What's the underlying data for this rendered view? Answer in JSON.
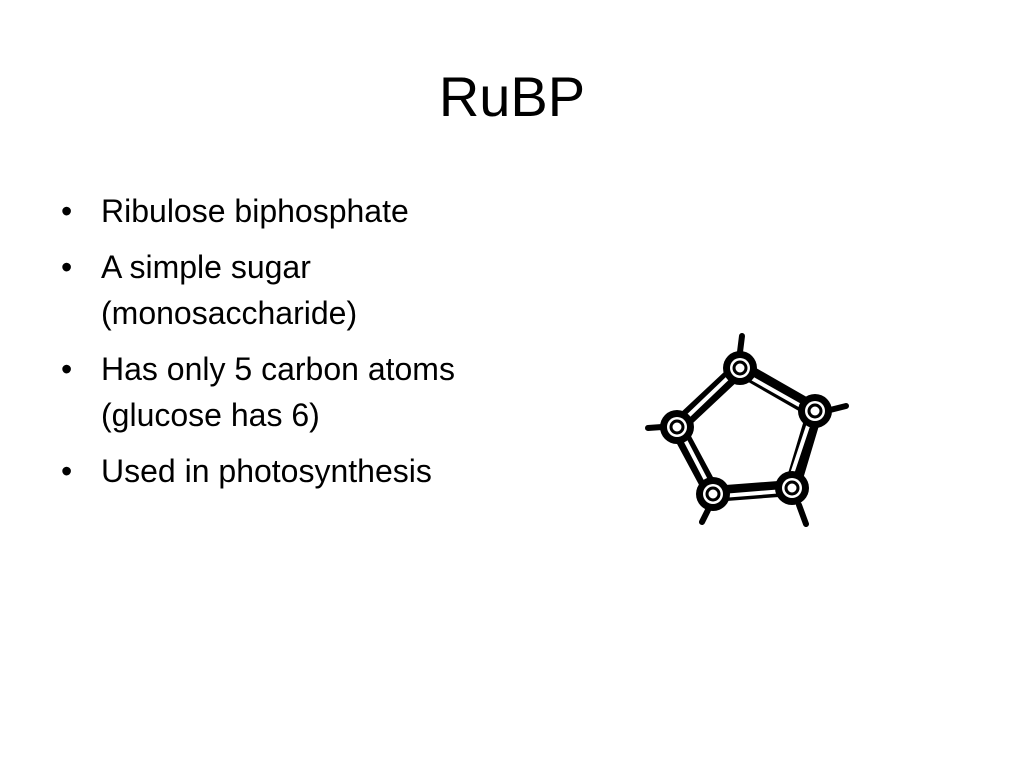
{
  "slide": {
    "title": "RuBP",
    "bullet_glyph": "•",
    "bullets": [
      "Ribulose biphosphate",
      "A simple sugar (monosaccharide)",
      "Has only 5 carbon atoms (glucose has 6)",
      "Used in photosynthesis"
    ],
    "image": {
      "icon": "pentagon-molecule-ring-icon",
      "color": "#000000"
    }
  }
}
